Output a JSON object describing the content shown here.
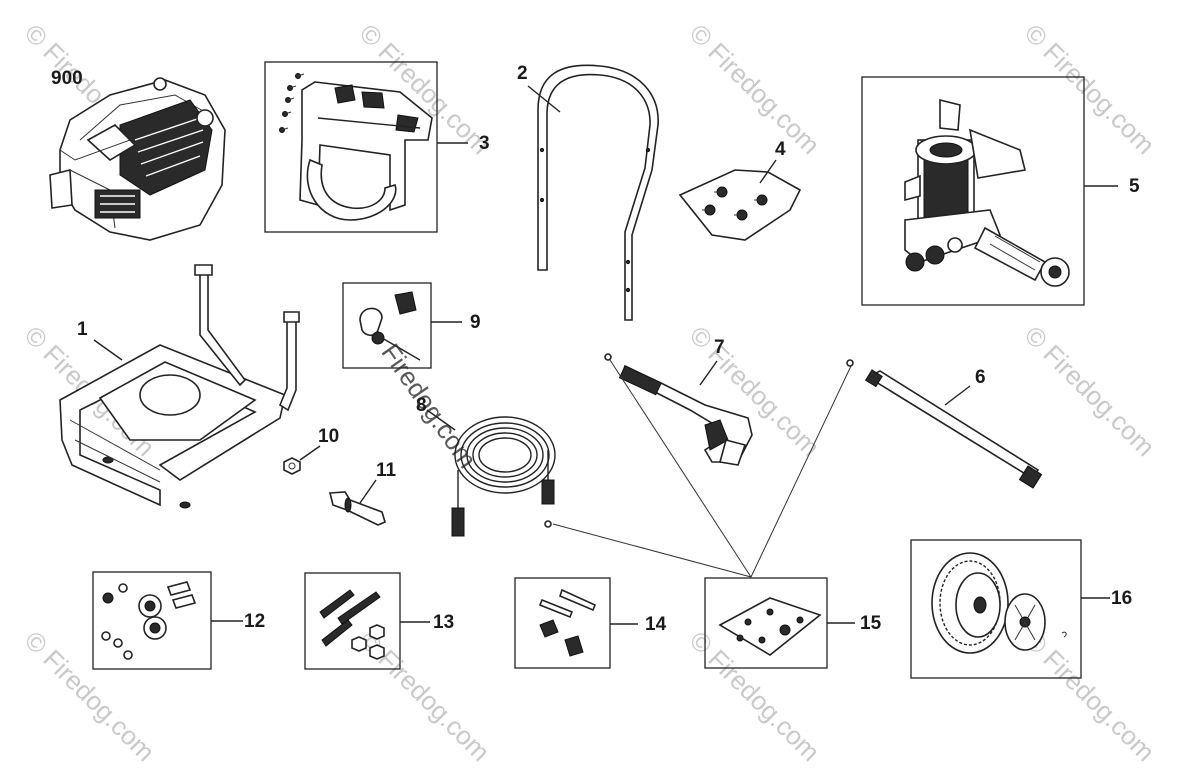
{
  "watermark": {
    "text": "Firedog.com",
    "symbol": "©"
  },
  "callouts": {
    "p900": "900",
    "p1": "1",
    "p2": "2",
    "p3": "3",
    "p4": "4",
    "p5": "5",
    "p6": "6",
    "p7": "7",
    "p8": "8",
    "p9": "9",
    "p10": "10",
    "p11": "11",
    "p12": "12",
    "p13": "13",
    "p14": "14",
    "p15": "15",
    "p16": "16"
  }
}
